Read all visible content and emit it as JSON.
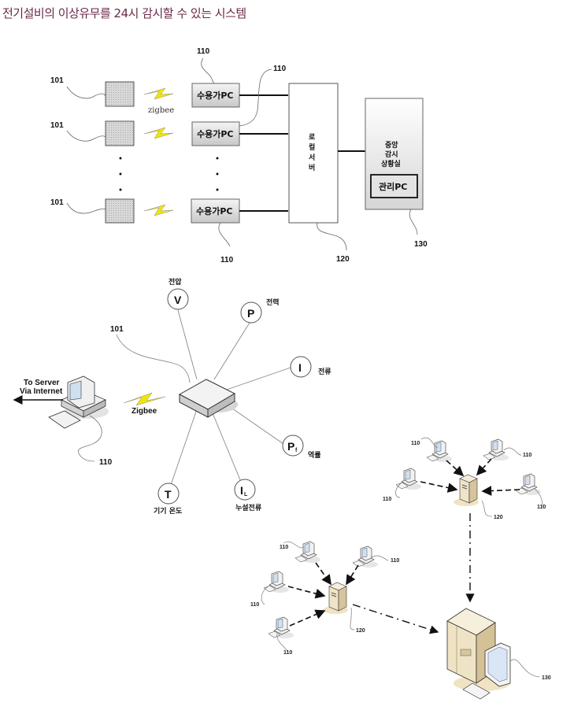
{
  "title": "전기설비의 이상유무를 24시 감시할 수 있는 시스템",
  "colors": {
    "title": "#6b2848",
    "bolt": "#f2e600",
    "box": "#e4e4e4"
  },
  "diagram1": {
    "sensor_label": "101",
    "pc_ref": "110",
    "consumer_pc": "수용가PC",
    "zigbee": "zigbee",
    "local_server": [
      "로",
      "컬",
      "서",
      "버"
    ],
    "local_server_ref": "120",
    "central_room": [
      "중앙",
      "감시",
      "상황실"
    ],
    "admin_pc": "관리PC",
    "central_ref": "130",
    "ellipsis": "⋮"
  },
  "diagram2": {
    "device_ref": "101",
    "pc_ref": "110",
    "to_server": [
      "To Server",
      "Via Internet"
    ],
    "zigbee": "Zigbee",
    "sensors": [
      {
        "symbol": "V",
        "sub": "",
        "label": "전압"
      },
      {
        "symbol": "P",
        "sub": "",
        "label": "전력"
      },
      {
        "symbol": "I",
        "sub": "",
        "label": "전류"
      },
      {
        "symbol": "P",
        "sub": "f",
        "label": "역률"
      },
      {
        "symbol": "I",
        "sub": "L",
        "label": "누설전류"
      },
      {
        "symbol": "T",
        "sub": "",
        "label": "기기 온도"
      }
    ]
  },
  "diagram3": {
    "pc_ref": "110",
    "server_ref": "120",
    "central_ref": "130"
  }
}
